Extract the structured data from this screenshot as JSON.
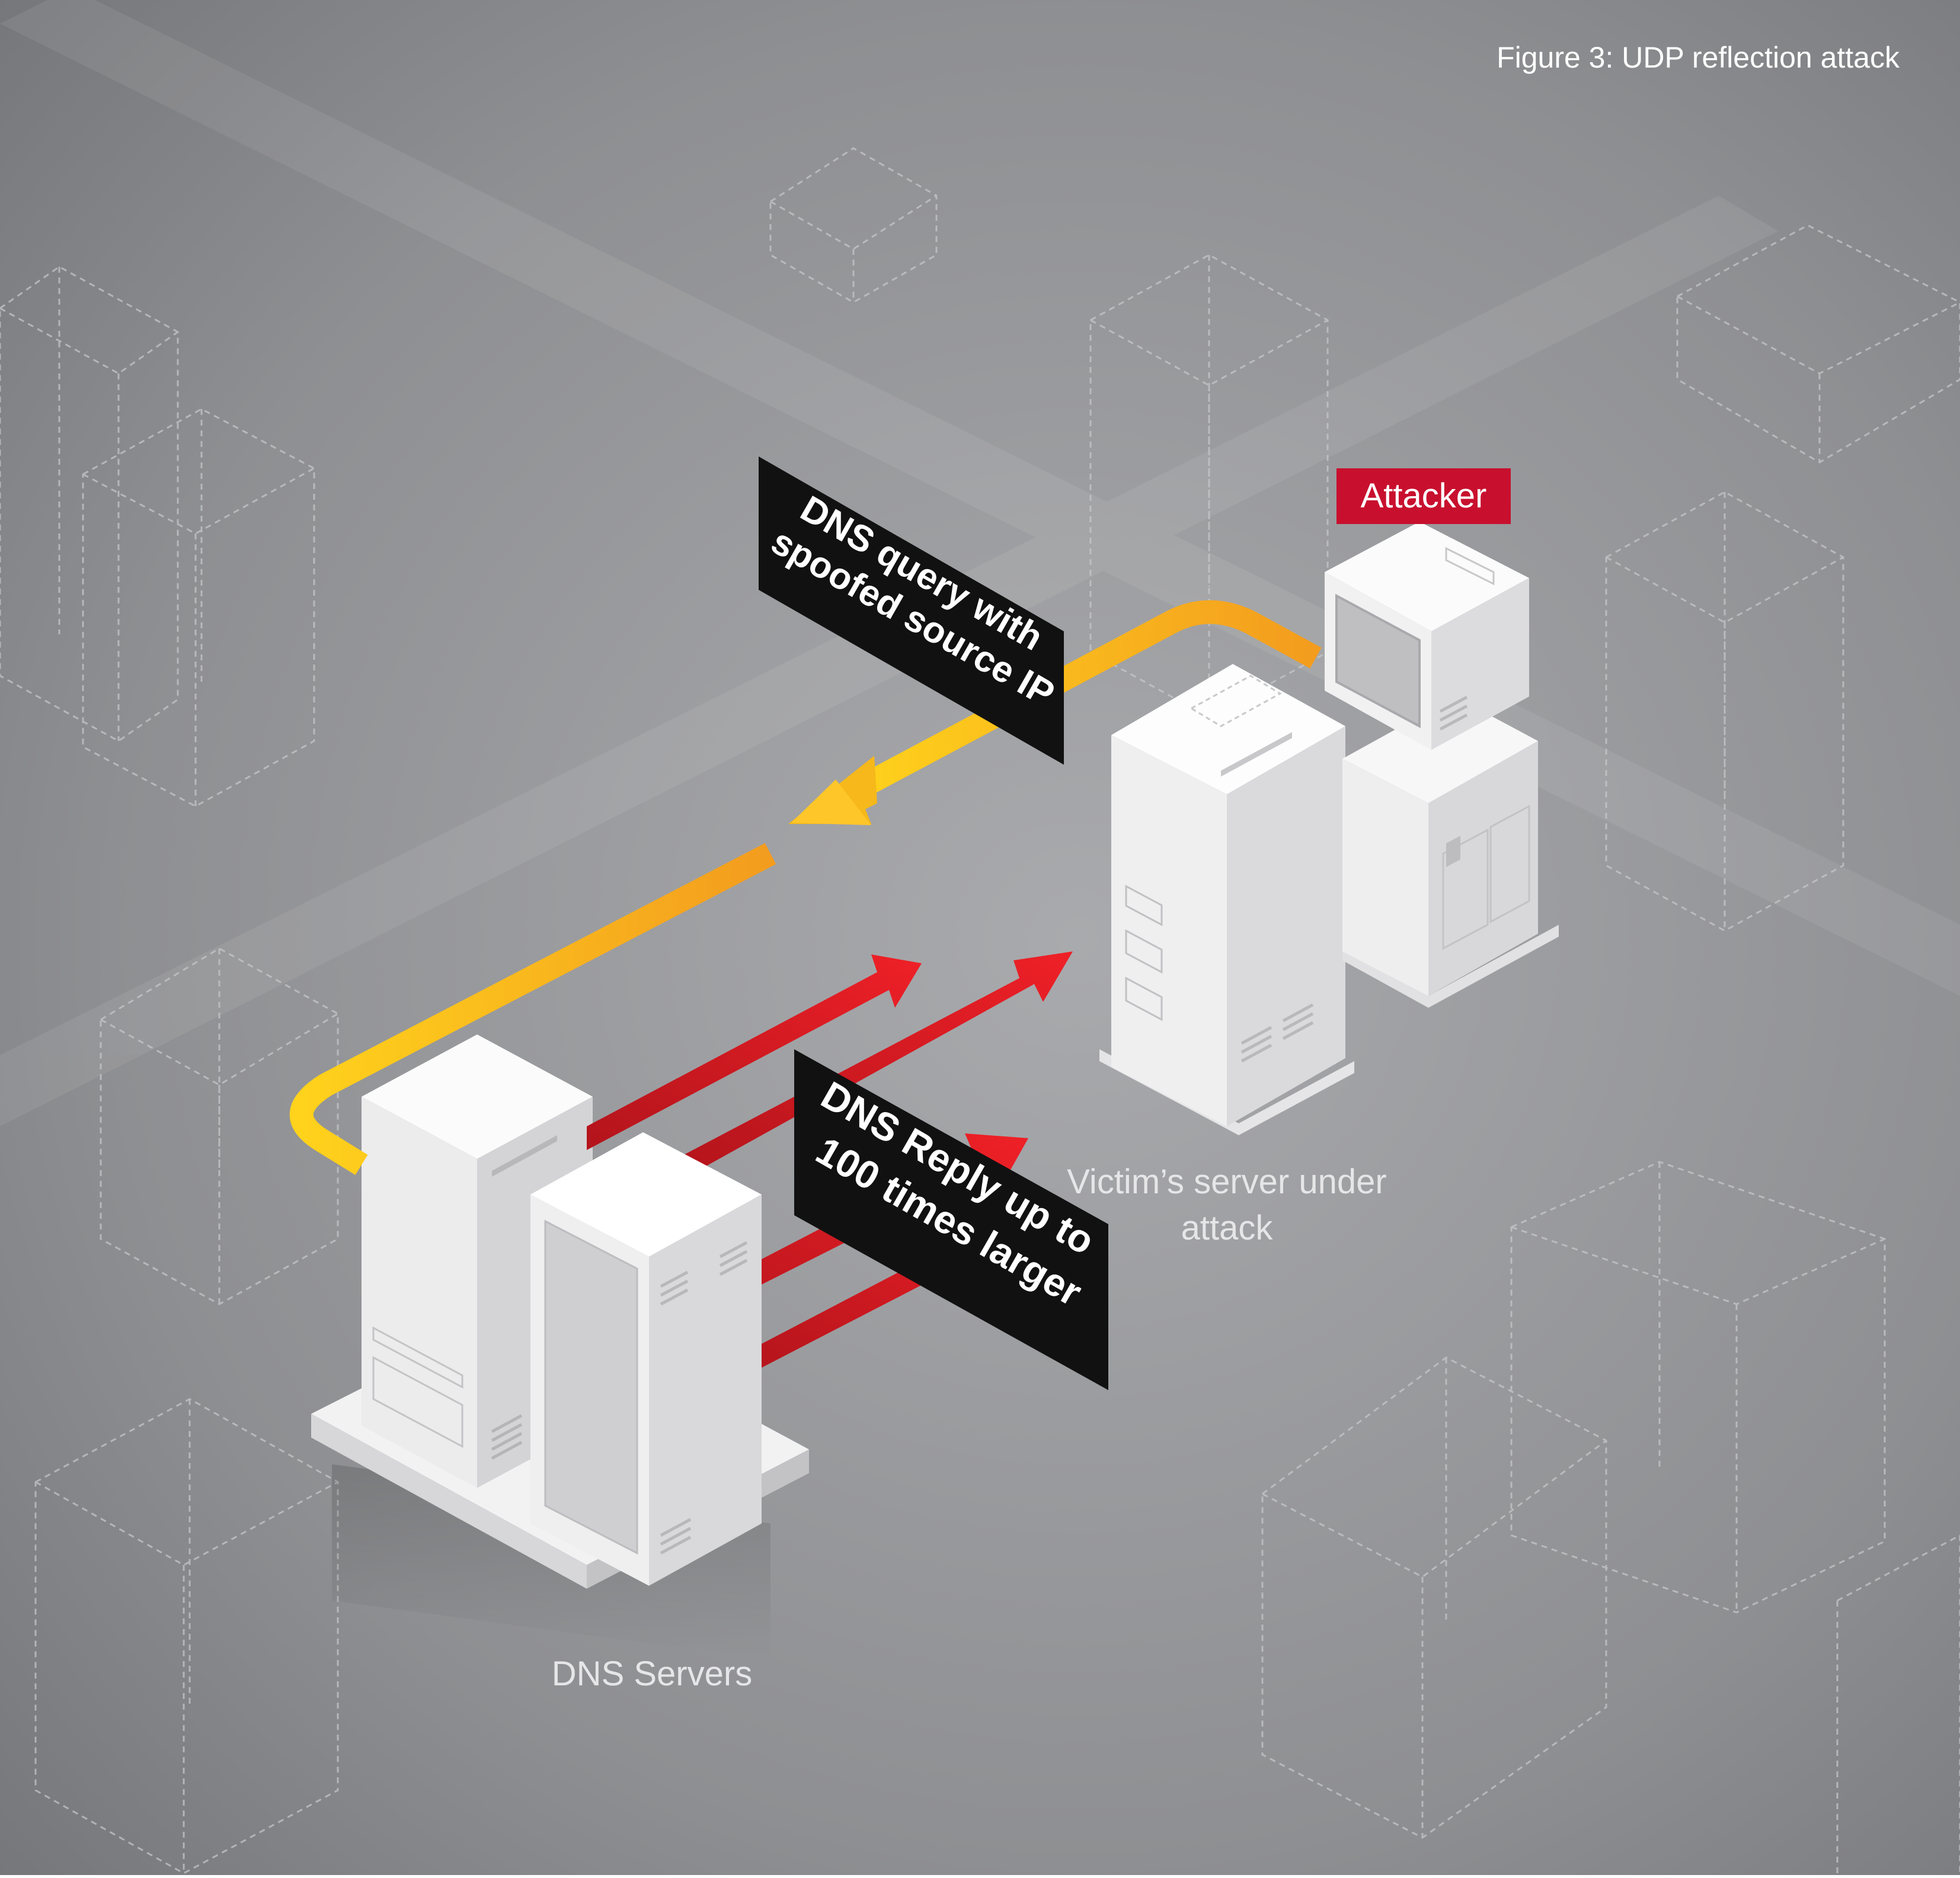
{
  "figure_title": "Figure 3: UDP reflection attack",
  "nodes": {
    "attacker": "Attacker",
    "victim": "Victim’s server under attack",
    "dns_servers": "DNS Servers"
  },
  "callouts": {
    "query": [
      "DNS query with",
      "spoofed source IP"
    ],
    "reply": [
      "DNS Reply up to",
      "100 times larger"
    ]
  },
  "colors": {
    "background_dark": "#5f6064",
    "background_light": "#a7a8ab",
    "query_arrow": "#f6b81a",
    "reply_arrow": "#e01b24",
    "attacker_tag": "#c8102e",
    "callout_bg": "#111111"
  }
}
